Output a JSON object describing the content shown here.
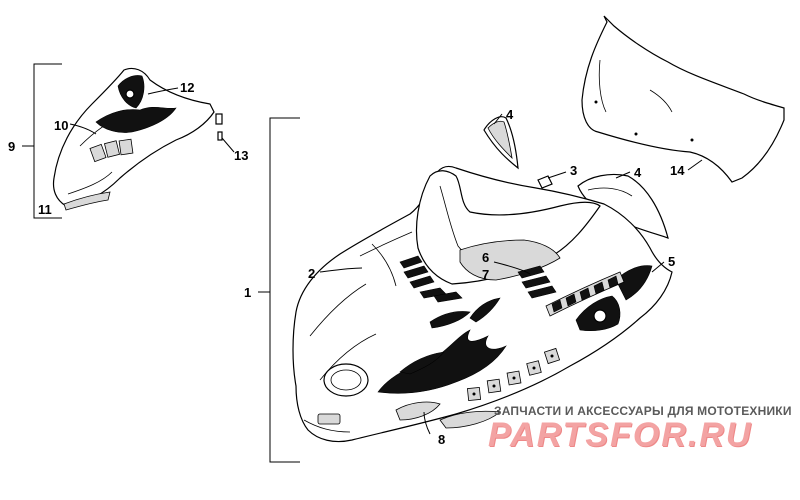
{
  "callouts": {
    "c1": "1",
    "c2": "2",
    "c3": "3",
    "c4a": "4",
    "c4b": "4",
    "c5": "5",
    "c6": "6",
    "c7": "7",
    "c8": "8",
    "c9": "9",
    "c10": "10",
    "c11": "11",
    "c12": "12",
    "c13": "13",
    "c14": "14"
  },
  "watermark": {
    "subtitle": "ЗАПЧАСТИ И АКСЕССУАРЫ ДЛЯ МОТОТЕХНИКИ",
    "brand": "PARTSFOR.RU"
  }
}
